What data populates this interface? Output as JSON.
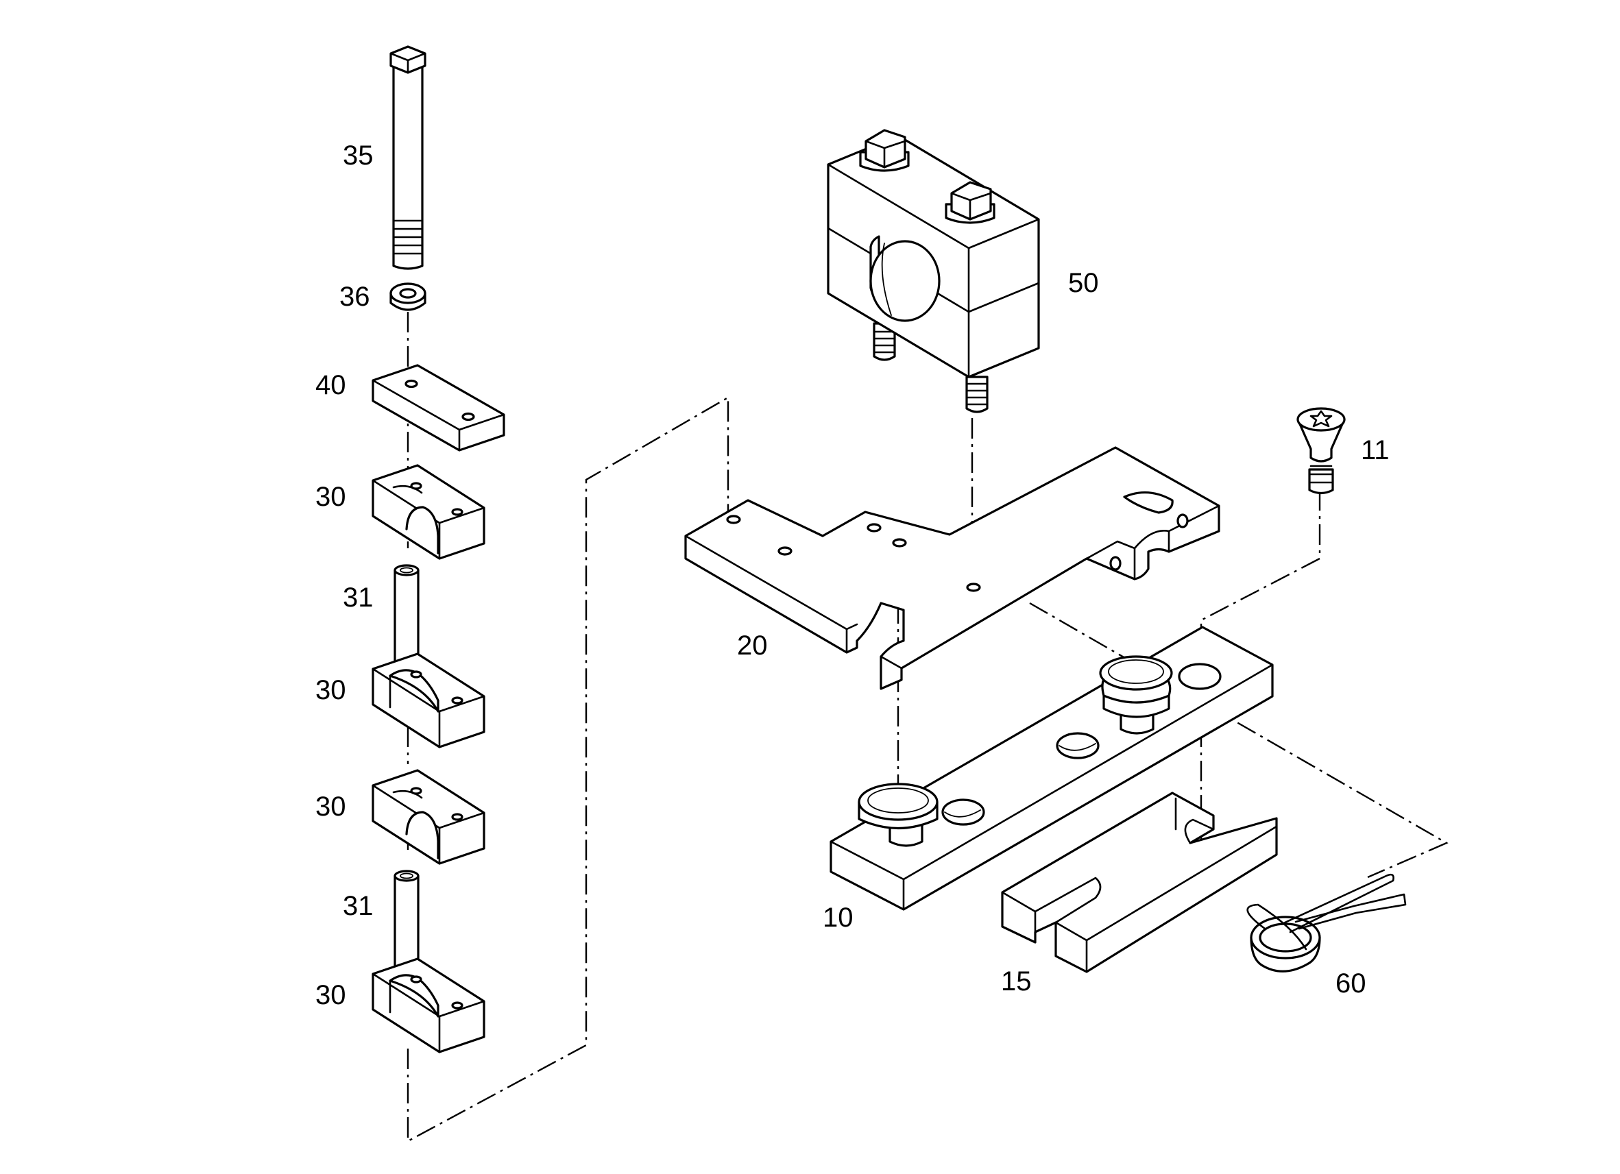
{
  "callouts": {
    "c35": "35",
    "c36": "36",
    "c40": "40",
    "c30a": "30",
    "c31a": "31",
    "c30b": "30",
    "c30c": "30",
    "c31b": "31",
    "c30d": "30",
    "c50": "50",
    "c11": "11",
    "c20": "20",
    "c10": "10",
    "c15": "15",
    "c60": "60"
  },
  "colors": {
    "line": "#000000",
    "background": "#ffffff"
  }
}
